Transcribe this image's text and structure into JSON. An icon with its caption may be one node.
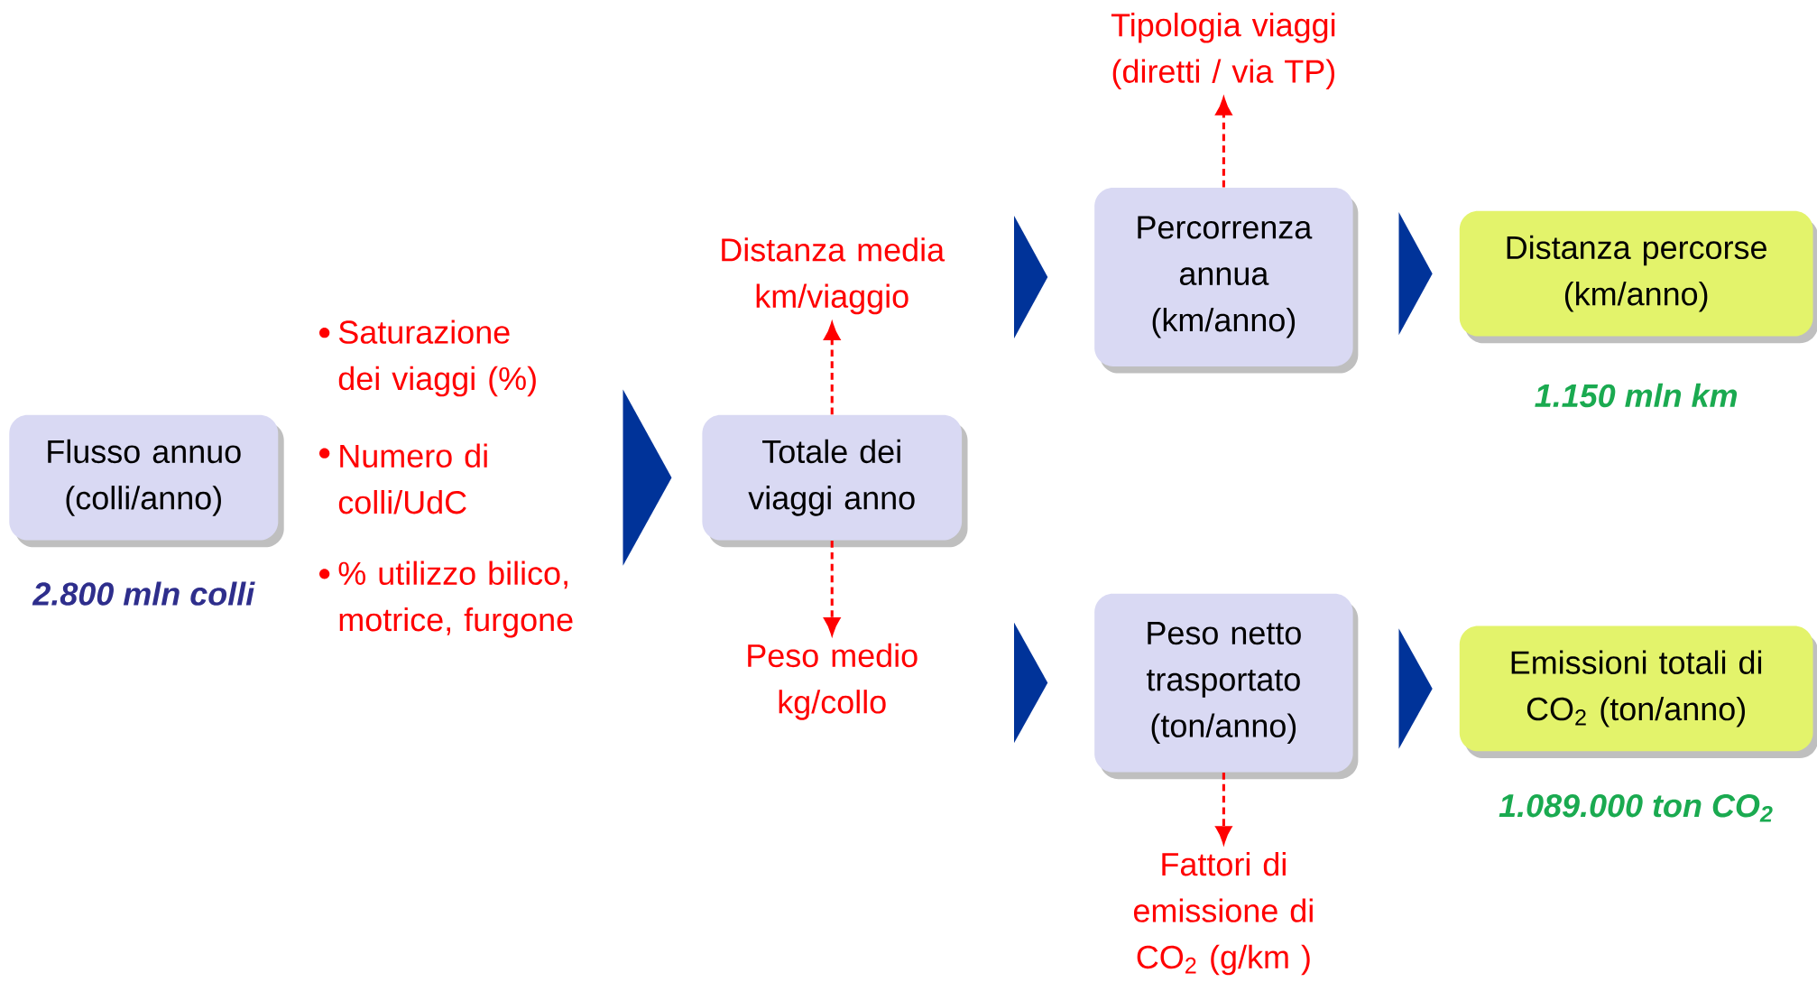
{
  "diagram": {
    "nodes": [
      {
        "text": [
          "Flusso annuo (colli/anno)"
        ],
        "beside": [
          "2.800 mln colli"
        ]
      },
      {
        "text": [
          "Totale dei viaggi anno"
        ]
      },
      {
        "text": [
          "Percorrenza annua (km/anno)"
        ]
      },
      {
        "text": [
          "Distanza percorse (km/anno)"
        ],
        "beside": [
          "1.150 mln km"
        ]
      },
      {
        "text": [
          "Peso netto trasportato (ton/anno)"
        ]
      },
      {
        "text": [
          "Emissioni totali di CO$_{2}$ (ton/anno)"
        ],
        "beside": [
          "1.089.000 ton CO$_{2}$"
        ]
      },
      {
        "text": [
          "Distanza media km/viaggio"
        ]
      },
      {
        "text": [
          "Peso medio kg/collo"
        ]
      },
      {
        "text": [
          "Tipologia viaggi (diretti / via TP)"
        ]
      },
      {
        "text": [
          "Fattori di emissione di CO$_{2}$ (g/km )"
        ]
      }
    ],
    "edges": [
      {
        "from": null,
        "to": 1,
        "arrow": "to"
      },
      {
        "from": null,
        "to": 2,
        "arrow": "to"
      },
      {
        "from": 2,
        "to": 3,
        "arrow": "to"
      },
      {
        "from": null,
        "to": 4,
        "arrow": "to"
      },
      {
        "from": 4,
        "to": 5,
        "arrow": "to"
      },
      {
        "from": 1,
        "to": 6,
        "arrow": "to",
        "style": "dashed",
        "color": "#ff0000"
      },
      {
        "from": 1,
        "to": 7,
        "arrow": "to",
        "style": "dashed",
        "color": "#ff0000"
      },
      {
        "from": 2,
        "to": 8,
        "arrow": "to",
        "style": "dashed",
        "color": "#ff0000"
      },
      {
        "from": 4,
        "to": 9,
        "arrow": "to",
        "style": "dashed",
        "color": "#ff0000"
      }
    ],
    "labels": [
      "Saturazione dei viaggi (%)",
      "Numero di colli/UdC",
      "% utilizzo bilico, motrice, furgone"
    ]
  }
}
